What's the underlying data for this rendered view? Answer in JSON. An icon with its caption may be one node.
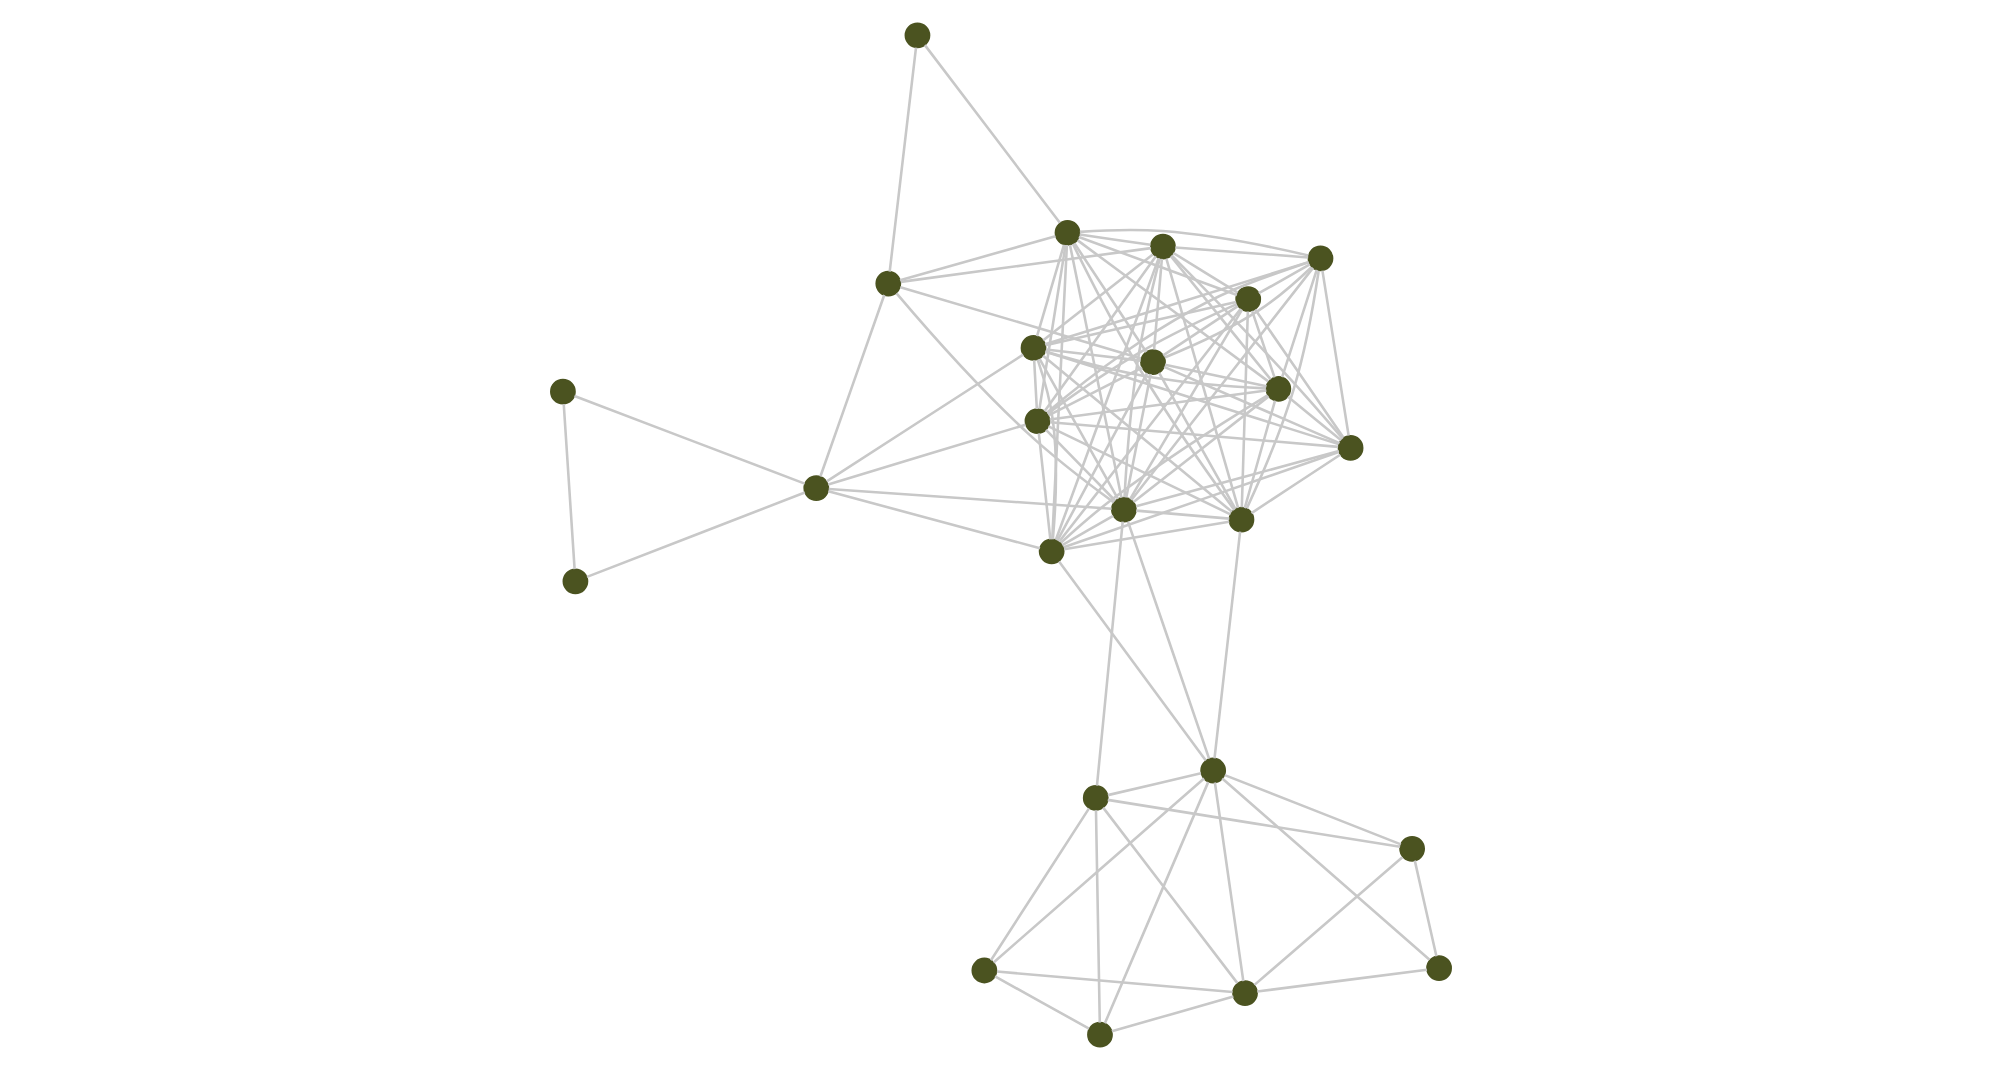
{
  "diagram": {
    "nodes": [
      {
        "text": [],
        "shape": "circle"
      },
      {
        "text": [],
        "shape": "circle"
      },
      {
        "text": [],
        "shape": "circle"
      },
      {
        "text": [],
        "shape": "circle"
      },
      {
        "text": [],
        "shape": "circle"
      },
      {
        "text": [],
        "shape": "circle"
      },
      {
        "text": [],
        "shape": "circle"
      },
      {
        "text": [],
        "shape": "circle"
      },
      {
        "text": [],
        "shape": "circle"
      },
      {
        "text": [],
        "shape": "circle"
      },
      {
        "text": [],
        "shape": "circle"
      },
      {
        "text": [],
        "shape": "circle"
      },
      {
        "text": [],
        "shape": "circle"
      },
      {
        "text": [],
        "shape": "circle"
      },
      {
        "text": [],
        "shape": "circle"
      },
      {
        "text": [],
        "shape": "circle"
      },
      {
        "text": [],
        "shape": "circle"
      },
      {
        "text": [],
        "shape": "circle"
      },
      {
        "text": [],
        "shape": "circle"
      },
      {
        "text": [],
        "shape": "circle"
      },
      {
        "text": [],
        "shape": "circle"
      },
      {
        "text": [],
        "shape": "circle"
      },
      {
        "text": [],
        "shape": "circle"
      },
      {
        "text": [],
        "shape": "circle"
      }
    ],
    "edges": [
      {
        "from": 0,
        "to": 2,
        "arrow": "none"
      },
      {
        "from": 0,
        "to": 1,
        "arrow": "none"
      },
      {
        "from": 0,
        "to": 5,
        "arrow": "none"
      },
      {
        "from": 0,
        "to": 6,
        "arrow": "none"
      },
      {
        "from": 2,
        "to": 1,
        "arrow": "none"
      },
      {
        "from": 2,
        "to": 5,
        "arrow": "none"
      },
      {
        "from": 2,
        "to": 6,
        "arrow": "none"
      },
      {
        "from": 1,
        "to": 5,
        "arrow": "none"
      },
      {
        "from": 1,
        "to": 4,
        "arrow": "none"
      },
      {
        "from": 1,
        "to": 7,
        "arrow": "none"
      },
      {
        "from": 1,
        "to": 6,
        "arrow": "none"
      },
      {
        "from": 4,
        "to": 5,
        "arrow": "none"
      },
      {
        "from": 4,
        "to": 6,
        "arrow": "none"
      },
      {
        "from": 4,
        "to": 7,
        "arrow": "none"
      },
      {
        "from": 5,
        "to": 6,
        "arrow": "none"
      },
      {
        "from": 5,
        "to": 12,
        "arrow": "none"
      },
      {
        "from": 6,
        "to": 7,
        "arrow": "none"
      },
      {
        "from": 6,
        "to": 10,
        "arrow": "none"
      },
      {
        "from": 6,
        "to": 11,
        "arrow": "none"
      },
      {
        "from": 6,
        "to": 12,
        "arrow": "none"
      },
      {
        "from": 3,
        "to": 8,
        "arrow": "none"
      },
      {
        "from": 3,
        "to": 9,
        "arrow": "none"
      },
      {
        "from": 8,
        "to": 9,
        "arrow": "none"
      },
      {
        "from": 9,
        "to": 10,
        "arrow": "none"
      },
      {
        "from": 9,
        "to": 12,
        "arrow": "none"
      },
      {
        "from": 9,
        "to": 14,
        "arrow": "none"
      },
      {
        "from": 9,
        "to": 13,
        "arrow": "none"
      },
      {
        "from": 9,
        "to": 17,
        "arrow": "none"
      },
      {
        "from": 10,
        "to": 11,
        "arrow": "none"
      },
      {
        "from": 10,
        "to": 12,
        "arrow": "none"
      },
      {
        "from": 10,
        "to": 13,
        "arrow": "none"
      },
      {
        "from": 10,
        "to": 15,
        "arrow": "none"
      },
      {
        "from": 10,
        "to": 16,
        "arrow": "none"
      },
      {
        "from": 10,
        "to": 17,
        "arrow": "none"
      },
      {
        "from": 10,
        "to": 18,
        "arrow": "none"
      },
      {
        "from": 10,
        "to": 19,
        "arrow": "none"
      },
      {
        "from": 10,
        "to": 21,
        "arrow": "none"
      },
      {
        "from": 10,
        "to": 23,
        "arrow": "none"
      },
      {
        "from": 11,
        "to": 12,
        "arrow": "none"
      },
      {
        "from": 11,
        "to": 13,
        "arrow": "none"
      },
      {
        "from": 11,
        "to": 15,
        "arrow": "none"
      },
      {
        "from": 11,
        "to": 16,
        "arrow": "none"
      },
      {
        "from": 11,
        "to": 17,
        "arrow": "none"
      },
      {
        "from": 11,
        "to": 18,
        "arrow": "none"
      },
      {
        "from": 11,
        "to": 19,
        "arrow": "none"
      },
      {
        "from": 11,
        "to": 21,
        "arrow": "none"
      },
      {
        "from": 11,
        "to": 22,
        "arrow": "none"
      },
      {
        "from": 11,
        "to": 23,
        "arrow": "none"
      },
      {
        "from": 12,
        "to": 13,
        "arrow": "none"
      },
      {
        "from": 12,
        "to": 14,
        "arrow": "none"
      },
      {
        "from": 12,
        "to": 15,
        "arrow": "none"
      },
      {
        "from": 12,
        "to": 16,
        "arrow": "none"
      },
      {
        "from": 12,
        "to": 17,
        "arrow": "none"
      },
      {
        "from": 12,
        "to": 18,
        "arrow": "none"
      },
      {
        "from": 12,
        "to": 19,
        "arrow": "none"
      },
      {
        "from": 12,
        "to": 21,
        "arrow": "none"
      },
      {
        "from": 12,
        "to": 22,
        "arrow": "none"
      },
      {
        "from": 12,
        "to": 23,
        "arrow": "none"
      },
      {
        "from": 13,
        "to": 15,
        "arrow": "none"
      },
      {
        "from": 13,
        "to": 16,
        "arrow": "none"
      },
      {
        "from": 13,
        "to": 17,
        "arrow": "none"
      },
      {
        "from": 13,
        "to": 18,
        "arrow": "none"
      },
      {
        "from": 13,
        "to": 19,
        "arrow": "none"
      },
      {
        "from": 13,
        "to": 21,
        "arrow": "none"
      },
      {
        "from": 13,
        "to": 22,
        "arrow": "none"
      },
      {
        "from": 13,
        "to": 23,
        "arrow": "none"
      },
      {
        "from": 14,
        "to": 15,
        "arrow": "none"
      },
      {
        "from": 14,
        "to": 16,
        "arrow": "none"
      },
      {
        "from": 14,
        "to": 19,
        "arrow": "none"
      },
      {
        "from": 14,
        "to": 20,
        "arrow": "none"
      },
      {
        "from": 15,
        "to": 16,
        "arrow": "none"
      },
      {
        "from": 15,
        "to": 17,
        "arrow": "none"
      },
      {
        "from": 15,
        "to": 18,
        "arrow": "none"
      },
      {
        "from": 15,
        "to": 19,
        "arrow": "none"
      },
      {
        "from": 15,
        "to": 21,
        "arrow": "none"
      },
      {
        "from": 15,
        "to": 22,
        "arrow": "none"
      },
      {
        "from": 15,
        "to": 23,
        "arrow": "none"
      },
      {
        "from": 16,
        "to": 17,
        "arrow": "none"
      },
      {
        "from": 16,
        "to": 18,
        "arrow": "none"
      },
      {
        "from": 16,
        "to": 19,
        "arrow": "none"
      },
      {
        "from": 16,
        "to": 21,
        "arrow": "none"
      },
      {
        "from": 16,
        "to": 22,
        "arrow": "none"
      },
      {
        "from": 16,
        "to": 23,
        "arrow": "none"
      },
      {
        "from": 17,
        "to": 18,
        "arrow": "none"
      },
      {
        "from": 17,
        "to": 19,
        "arrow": "none"
      },
      {
        "from": 17,
        "to": 21,
        "arrow": "none"
      },
      {
        "from": 17,
        "to": 22,
        "arrow": "none"
      },
      {
        "from": 17,
        "to": 23,
        "arrow": "none"
      },
      {
        "from": 18,
        "to": 19,
        "arrow": "none"
      },
      {
        "from": 18,
        "to": 21,
        "arrow": "none"
      },
      {
        "from": 18,
        "to": 22,
        "arrow": "none"
      },
      {
        "from": 18,
        "to": 23,
        "arrow": "none"
      },
      {
        "from": 19,
        "to": 20,
        "arrow": "none"
      },
      {
        "from": 19,
        "to": 22,
        "arrow": "none"
      },
      {
        "from": 19,
        "to": 23,
        "arrow": "none"
      },
      {
        "from": 21,
        "to": 22,
        "arrow": "none"
      },
      {
        "from": 21,
        "to": 23,
        "arrow": "none"
      },
      {
        "from": 22,
        "to": 23,
        "arrow": "none"
      }
    ]
  }
}
